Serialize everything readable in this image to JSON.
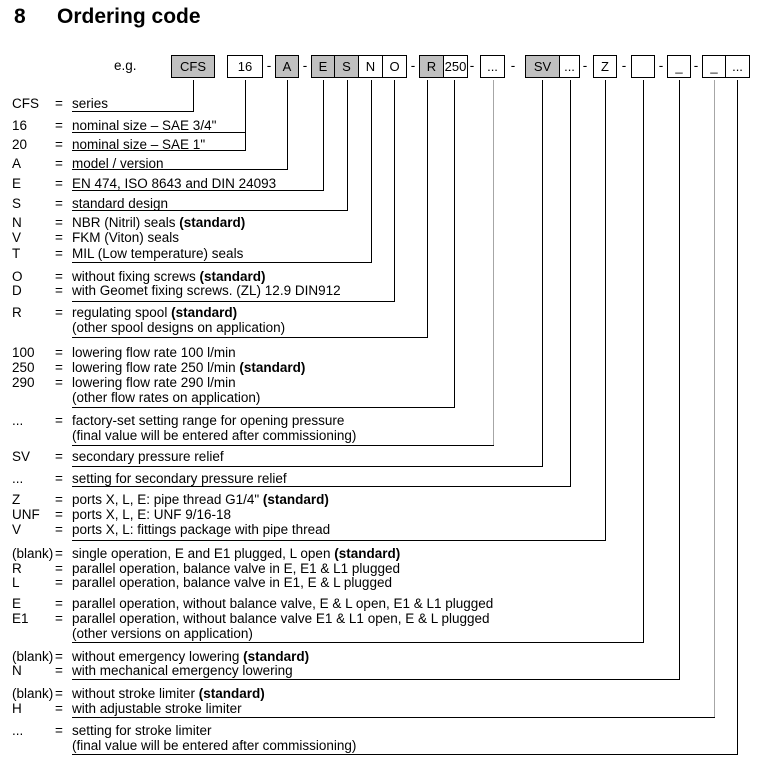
{
  "title": {
    "section_number": "8",
    "label": "Ordering code"
  },
  "example": {
    "label": "e.g."
  },
  "colors": {
    "box_shaded": "#c0c0c0",
    "line_black": "#000000",
    "line_gray": "#a6a6a6"
  },
  "code_row": {
    "separator": "-",
    "boxes": [
      {
        "label": "CFS",
        "shaded": true
      },
      {
        "label": "16",
        "shaded": false
      },
      {
        "label": "A",
        "shaded": true
      },
      {
        "label": "E",
        "shaded": true
      },
      {
        "label": "S",
        "shaded": true
      },
      {
        "label": "N",
        "shaded": false
      },
      {
        "label": "O",
        "shaded": false
      },
      {
        "label": "R",
        "shaded": true
      },
      {
        "label": "250",
        "shaded": false
      },
      {
        "label": "...",
        "shaded": false
      },
      {
        "label": "SV",
        "shaded": true
      },
      {
        "label": "...",
        "shaded": false
      },
      {
        "label": "Z",
        "shaded": false
      },
      {
        "label": "",
        "shaded": false
      },
      {
        "label": "_",
        "shaded": false
      },
      {
        "label": "_",
        "shaded": false
      },
      {
        "label": "...",
        "shaded": false
      }
    ]
  },
  "legend": {
    "equals_sign": "="
  },
  "legend_groups": [
    {
      "rows": [
        {
          "code": "CFS",
          "lines": [
            {
              "text": "series"
            }
          ]
        }
      ]
    },
    {
      "rows": [
        {
          "code": "16",
          "lines": [
            {
              "text": "nominal size – SAE 3/4\""
            }
          ]
        },
        {
          "code": "20",
          "lines": [
            {
              "text": "nominal size – SAE 1\""
            }
          ]
        }
      ]
    },
    {
      "rows": [
        {
          "code": "A",
          "lines": [
            {
              "text": "model / version"
            }
          ]
        }
      ]
    },
    {
      "rows": [
        {
          "code": "E",
          "lines": [
            {
              "text": "EN 474, ISO 8643 and DIN 24093"
            }
          ]
        }
      ]
    },
    {
      "rows": [
        {
          "code": "S",
          "lines": [
            {
              "text": "standard design"
            }
          ]
        }
      ]
    },
    {
      "rows": [
        {
          "code": "N",
          "lines": [
            {
              "text": "NBR (Nitril) seals ",
              "bold": "(standard)"
            }
          ]
        },
        {
          "code": "V",
          "lines": [
            {
              "text": "FKM (Viton) seals"
            }
          ]
        },
        {
          "code": "T",
          "lines": [
            {
              "text": "MIL (Low temperature) seals"
            }
          ]
        }
      ]
    },
    {
      "rows": [
        {
          "code": "O",
          "lines": [
            {
              "text": "without fixing screws ",
              "bold": "(standard)"
            }
          ]
        },
        {
          "code": "D",
          "lines": [
            {
              "text": "with Geomet fixing screws. (ZL) 12.9 DIN912"
            }
          ]
        }
      ]
    },
    {
      "rows": [
        {
          "code": "R",
          "lines": [
            {
              "text": "regulating spool ",
              "bold": "(standard)"
            },
            {
              "text": "(other spool designs on application)"
            }
          ]
        }
      ]
    },
    {
      "rows": [
        {
          "code": "100",
          "lines": [
            {
              "text": "lowering flow rate 100 l/min"
            }
          ]
        },
        {
          "code": "250",
          "lines": [
            {
              "text": "lowering flow rate 250 l/min ",
              "bold": "(standard)"
            }
          ]
        },
        {
          "code": "290",
          "lines": [
            {
              "text": "lowering flow rate 290 l/min"
            },
            {
              "text": "(other flow rates on application)"
            }
          ]
        }
      ]
    },
    {
      "rows": [
        {
          "code": "...",
          "lines": [
            {
              "text": "factory-set setting range for opening pressure"
            },
            {
              "text": "(final value will be entered after commissioning)"
            }
          ]
        }
      ]
    },
    {
      "rows": [
        {
          "code": "SV",
          "lines": [
            {
              "text": "secondary pressure relief"
            }
          ]
        }
      ]
    },
    {
      "rows": [
        {
          "code": "...",
          "lines": [
            {
              "text": "setting for secondary pressure relief"
            }
          ]
        }
      ]
    },
    {
      "rows": [
        {
          "code": "Z",
          "lines": [
            {
              "text": "ports X, L, E: pipe thread G1/4\" ",
              "bold": "(standard)"
            }
          ]
        },
        {
          "code": "UNF",
          "lines": [
            {
              "text": "ports X, L, E: UNF 9/16-18"
            }
          ]
        },
        {
          "code": "V",
          "lines": [
            {
              "text": "ports X, L: fittings package with pipe thread"
            }
          ]
        }
      ]
    },
    {
      "rows": [
        {
          "code": "(blank)",
          "lines": [
            {
              "text": "single operation, E and E1 plugged, L open ",
              "bold": "(standard)"
            }
          ]
        },
        {
          "code": "R",
          "lines": [
            {
              "text": "parallel operation, balance valve in E, E1 & L1 plugged"
            }
          ]
        },
        {
          "code": "L",
          "lines": [
            {
              "text": "parallel operation, balance valve in E1, E & L plugged"
            }
          ]
        },
        {
          "code": "E",
          "lines": [
            {
              "text": "parallel operation, without balance valve, E & L open, E1 & L1 plugged"
            }
          ]
        },
        {
          "code": "E1",
          "lines": [
            {
              "text": "parallel operation, without balance valve E1 & L1 open, E & L plugged"
            },
            {
              "text": "(other versions on application)"
            }
          ]
        }
      ]
    },
    {
      "rows": [
        {
          "code": "(blank)",
          "lines": [
            {
              "text": "without emergency lowering ",
              "bold": "(standard)"
            }
          ]
        },
        {
          "code": "N",
          "lines": [
            {
              "text": "with mechanical emergency lowering"
            }
          ]
        }
      ]
    },
    {
      "rows": [
        {
          "code": "(blank)",
          "lines": [
            {
              "text": "without stroke limiter ",
              "bold": "(standard)"
            }
          ]
        },
        {
          "code": "H",
          "lines": [
            {
              "text": "with adjustable stroke limiter"
            }
          ]
        }
      ]
    },
    {
      "rows": [
        {
          "code": "...",
          "lines": [
            {
              "text": "setting for stroke limiter"
            },
            {
              "text": "(final value will be entered after commissioning)"
            }
          ]
        }
      ]
    }
  ]
}
